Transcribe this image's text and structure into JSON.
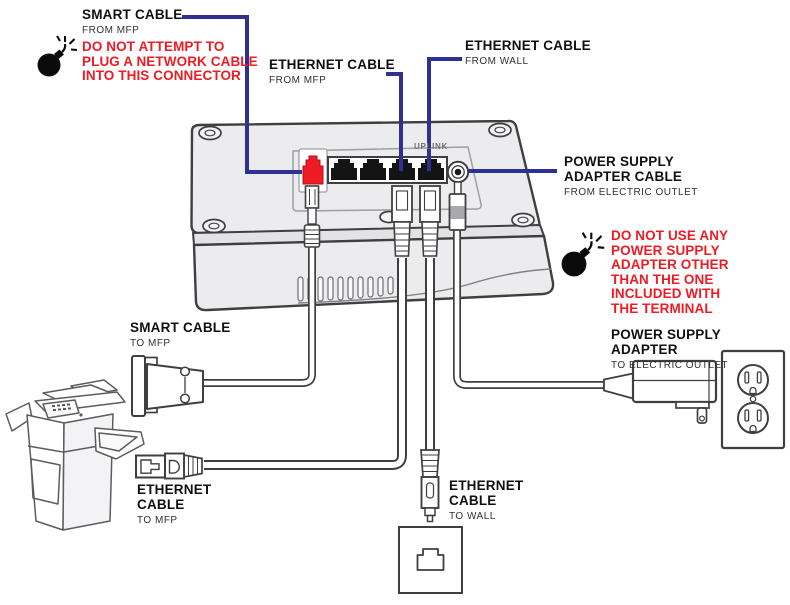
{
  "meta": {
    "description": "Terminal cabling diagram showing smart cable, ethernet cables and power supply adapter connections"
  },
  "colors": {
    "callout_blue": "#2e3192",
    "warning_red": "#ed1c24",
    "port_red": "#ed1c24",
    "device_outline": "#3f3f3f",
    "device_fill": "#ececee"
  },
  "icons": {
    "warning": "bomb-icon"
  },
  "device": {
    "port_label": "UPLINK",
    "ethernet_port_count": 4,
    "smart_port_count": 1
  },
  "labels": {
    "smart_cable_from": {
      "title": "SMART CABLE",
      "subtitle": "FROM MFP"
    },
    "smart_cable_warning": "DO NOT ATTEMPT TO\nPLUG A NETWORK CABLE\nINTO THIS CONNECTOR",
    "ethernet_from_mfp": {
      "title": "ETHERNET CABLE",
      "subtitle": "FROM MFP"
    },
    "ethernet_from_wall": {
      "title": "ETHERNET CABLE",
      "subtitle": "FROM WALL"
    },
    "power_cable": {
      "title": "POWER SUPPLY\nADAPTER CABLE",
      "subtitle": "FROM ELECTRIC OUTLET"
    },
    "power_warning": "DO NOT USE ANY\nPOWER SUPPLY\nADAPTER OTHER\nTHAN THE ONE\nINCLUDED WITH\nTHE TERMINAL",
    "power_adapter": {
      "title": "POWER SUPPLY ADAPTER",
      "subtitle": "TO ELECTRIC OUTLET"
    },
    "smart_cable_to": {
      "title": "SMART CABLE",
      "subtitle": "TO MFP"
    },
    "ethernet_to_mfp": {
      "title": "ETHERNET\nCABLE",
      "subtitle": "TO MFP"
    },
    "ethernet_to_wall": {
      "title": "ETHERNET\nCABLE",
      "subtitle": "TO WALL"
    }
  }
}
